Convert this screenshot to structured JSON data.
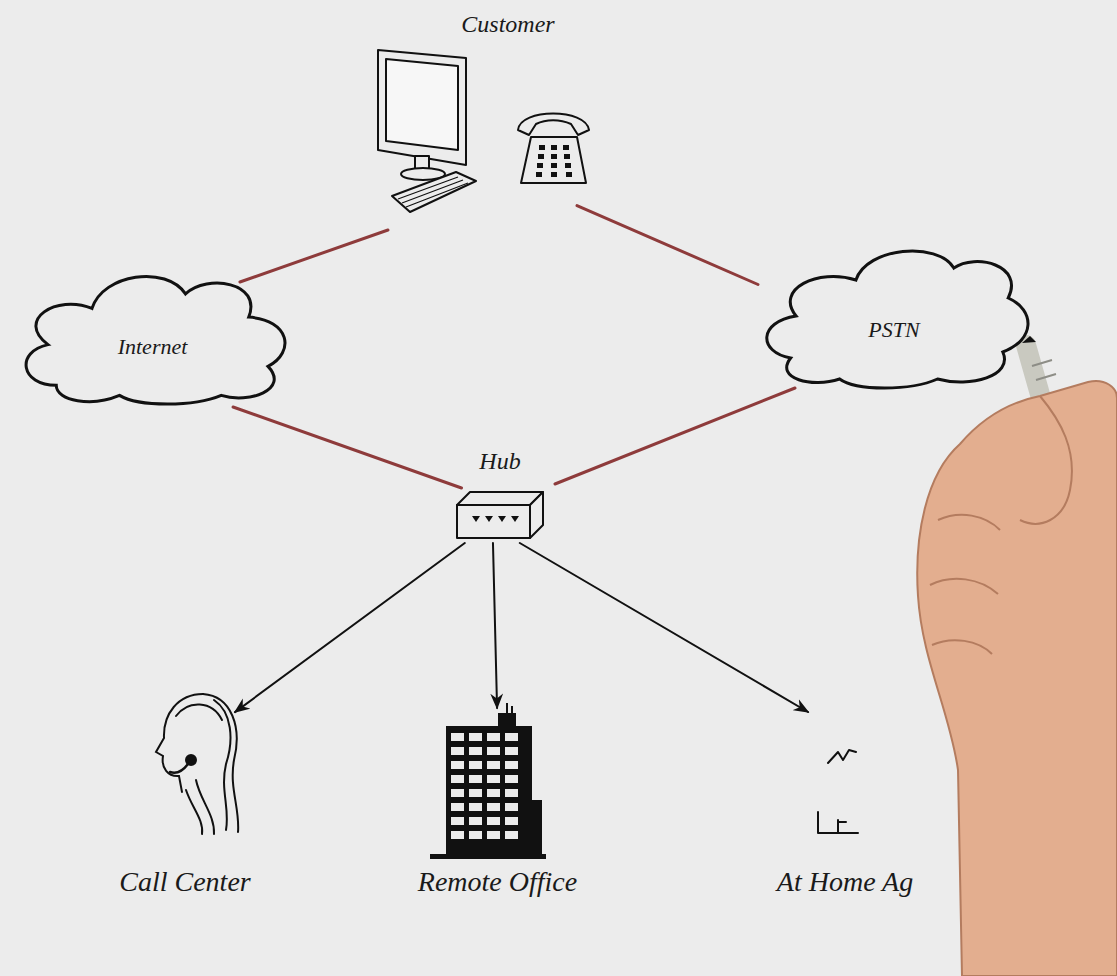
{
  "diagram": {
    "nodes": [
      {
        "text": [
          "Customer"
        ]
      },
      {
        "text": [
          "Internet"
        ]
      },
      {
        "text": [
          "PSTN"
        ]
      },
      {
        "text": [
          "Hub"
        ]
      },
      {
        "text": [
          "Call Center"
        ]
      },
      {
        "text": [
          "Remote Office"
        ]
      },
      {
        "text": [
          "At Home Ag"
        ]
      }
    ],
    "edges": [
      {
        "from": 0,
        "to": 1,
        "arrow": "none"
      },
      {
        "from": 0,
        "to": 2,
        "arrow": "none"
      },
      {
        "from": 1,
        "to": 3,
        "arrow": "none"
      },
      {
        "from": 2,
        "to": 3,
        "arrow": "none"
      },
      {
        "from": 3,
        "to": 4,
        "arrow": "to"
      },
      {
        "from": 3,
        "to": 5,
        "arrow": "to"
      },
      {
        "from": 3,
        "to": 6,
        "arrow": "to"
      }
    ]
  }
}
